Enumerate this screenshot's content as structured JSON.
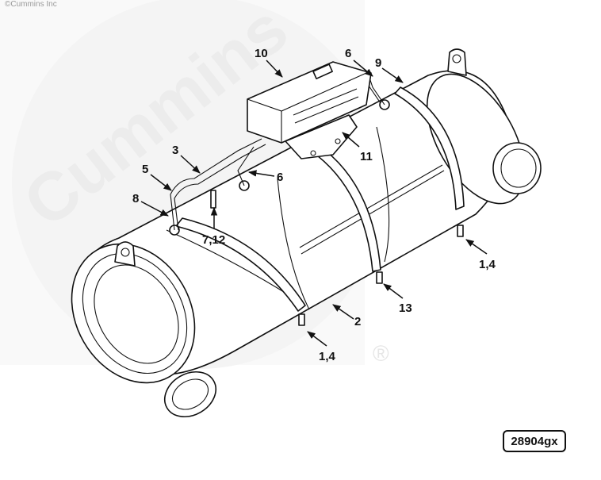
{
  "copyright": "©Cummins Inc",
  "watermark": {
    "brand": "Cummins",
    "registered_mark": "®"
  },
  "figure_id": "28904gx",
  "callouts": {
    "c10": "10",
    "c6_top": "6",
    "c9": "9",
    "c3": "3",
    "c5": "5",
    "c6_mid": "6",
    "c8": "8",
    "c11": "11",
    "c7_12": "7,12",
    "c1_4_right": "1,4",
    "c13": "13",
    "c2": "2",
    "c1_4_bottom": "1,4"
  },
  "colors": {
    "line": "#111111",
    "watermark": "#ececec",
    "background": "#ffffff"
  }
}
